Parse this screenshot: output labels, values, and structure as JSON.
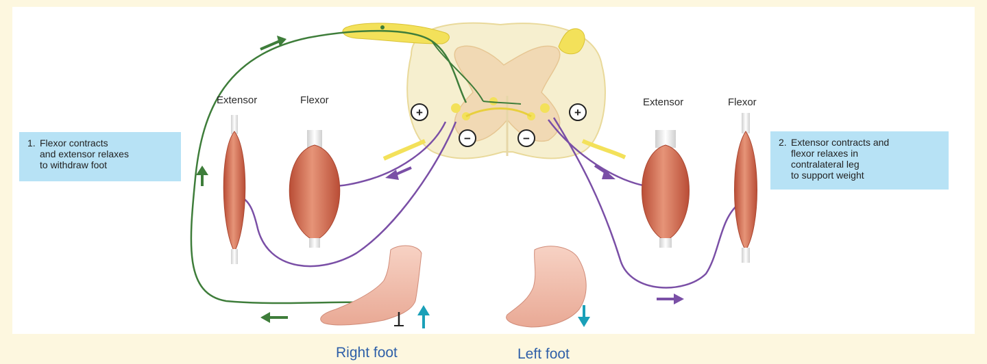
{
  "labels": {
    "right_extensor": "Extensor",
    "right_flexor": "Flexor",
    "left_extensor": "Extensor",
    "left_flexor": "Flexor"
  },
  "callouts": {
    "left": {
      "number": "1.",
      "lines": [
        "Flexor contracts",
        "and extensor relaxes",
        "to withdraw foot"
      ]
    },
    "right": {
      "number": "2.",
      "lines": [
        "Extensor contracts and",
        "flexor relaxes in",
        "contralateral leg",
        "to support weight"
      ]
    }
  },
  "feet": {
    "right": "Right foot",
    "left": "Left foot"
  },
  "synapse_signs": {
    "plus": "+",
    "minus": "−"
  },
  "colors": {
    "sensory_nerve": "#3e7d3a",
    "motor_nerve": "#7a4fa6",
    "movement_arrow": "#1aa0b8",
    "muscle": "#d9735a",
    "spinal_cord": "#f6efcf",
    "ganglion": "#f3e15a",
    "callout_bg": "#b7e2f5",
    "foot_label": "#2e5fa8"
  }
}
